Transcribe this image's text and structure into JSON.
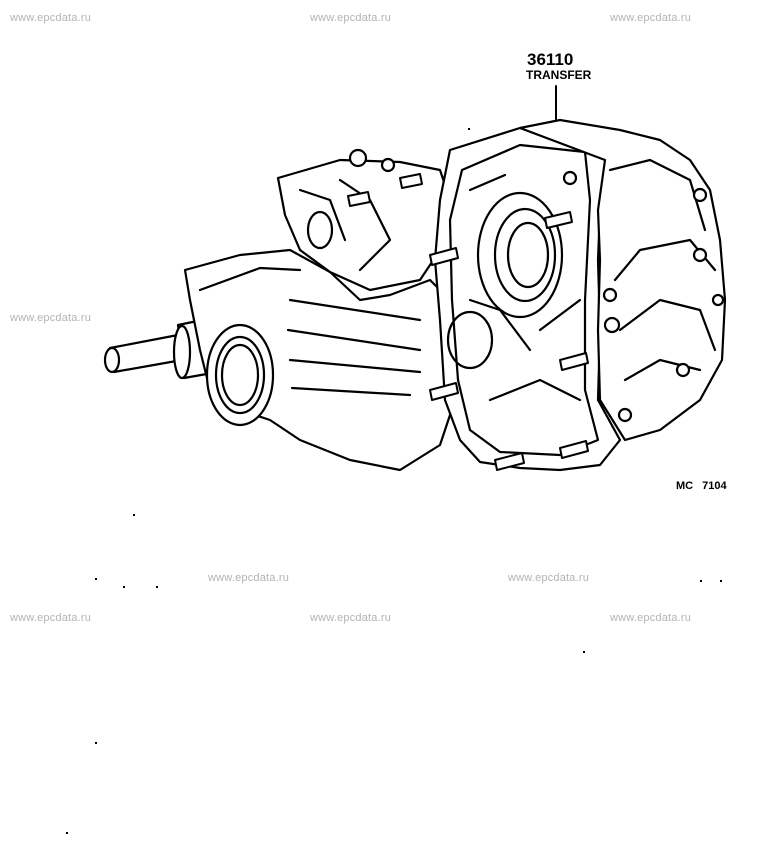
{
  "watermark": "www.epcdata.ru",
  "callout": {
    "part_number": "36110",
    "part_name": "TRANSFER"
  },
  "figure_code": "MC 7104"
}
